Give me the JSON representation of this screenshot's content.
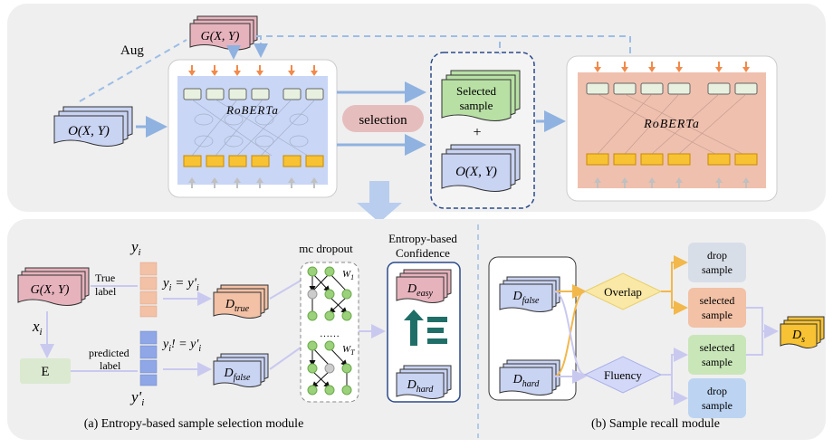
{
  "top": {
    "aug_label": "Aug",
    "gen_doc": "G(X, Y)",
    "orig_doc": "O(X, Y)",
    "model1": "RoBERTa",
    "selection": "selection",
    "selected_sample": "Selected sample",
    "plus": "+",
    "orig_doc2": "O(X, Y)",
    "model2": "RoBERTa"
  },
  "left": {
    "gen_doc": "G(X, Y)",
    "yi": "y",
    "yi_sub": "i",
    "true_label": "True label",
    "eq": "y",
    "xi": "x",
    "xi_sub": "i",
    "encoder": "E",
    "predicted_label": "predicted label",
    "neq": "y",
    "yprime": "y'",
    "d_true": "D",
    "d_true_sub": "true",
    "d_false": "D",
    "d_false_sub": "false",
    "mc_dropout": "mc dropout",
    "w1": "W",
    "w1_sub": "1",
    "wT": "W",
    "wT_sub": "T",
    "dots": "……",
    "entropy_title": "Entropy-based Confidence",
    "d_easy": "D",
    "d_easy_sub": "easy",
    "d_hard": "D",
    "d_hard_sub": "hard",
    "caption": "(a) Entropy-based sample selection module"
  },
  "right": {
    "d_false": "D",
    "d_false_sub": "false",
    "d_hard": "D",
    "d_hard_sub": "hard",
    "overlap": "Overlap",
    "fluency": "Fluency",
    "drop1": "drop sample",
    "sel1": "selected sample",
    "sel2": "selected sample",
    "drop2": "drop sample",
    "ds": "D",
    "ds_sub": "s",
    "caption": "(b) Sample recall module"
  },
  "colors": {
    "panel": "#efefef",
    "pink_doc": "#e6b3bd",
    "blue_doc": "#c9d3f2",
    "green_doc": "#b8e0a5",
    "arrow_blue": "#9dbde6",
    "orange_box": "#f2c1a6",
    "yellow": "#f7c233",
    "roberta_bg": "#c9d6f5",
    "roberta2_bg": "#efc0ae",
    "selection_pill": "#e6bdbd",
    "overlap": "#f9e8a6",
    "fluency": "#d4d8f8",
    "teal": "#1f6f68"
  }
}
